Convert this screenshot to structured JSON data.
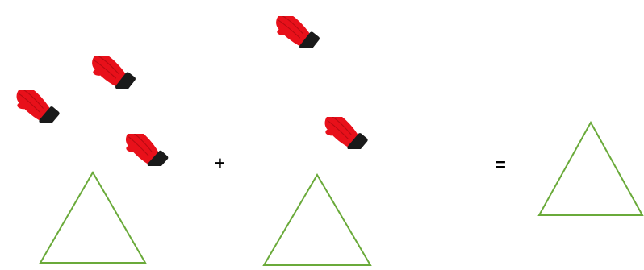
{
  "problem": {
    "group_a": {
      "item_icon": "oven-mitt-icon",
      "item_count": 3
    },
    "group_b": {
      "item_icon": "oven-mitt-icon",
      "item_count": 2
    },
    "operator_plus": "+",
    "operator_equals": "=",
    "answer_box": {
      "shape": "triangle",
      "value": ""
    }
  },
  "colors": {
    "mitt_red": "#e8101a",
    "mitt_cuff": "#1a1a1a",
    "triangle_outline": "#6aaa3a",
    "background": "#ffffff"
  }
}
